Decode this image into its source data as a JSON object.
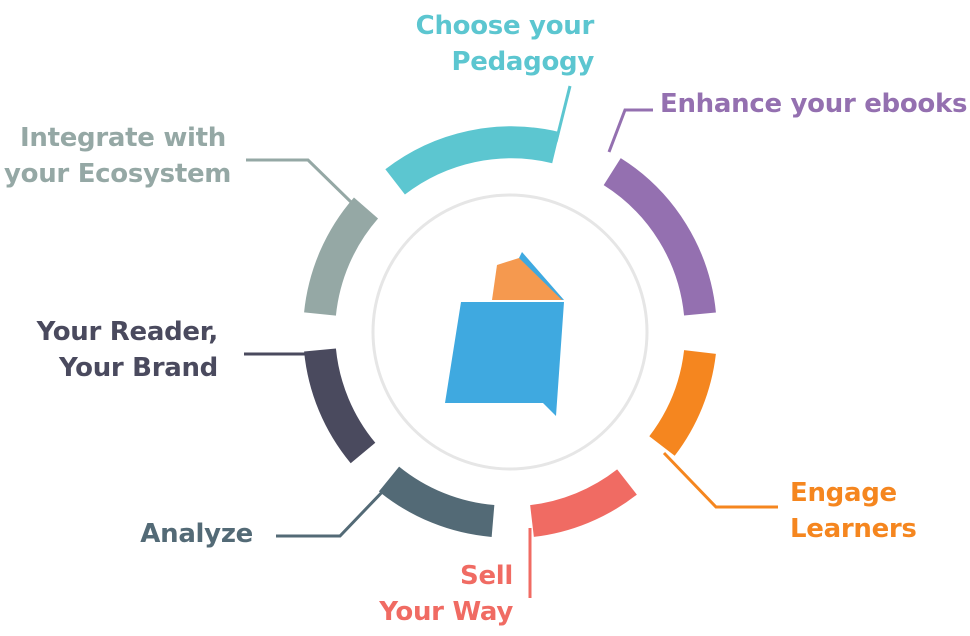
{
  "colors": {
    "pedagogy": "#5cc6d0",
    "enhance": "#9470b0",
    "engage": "#f5861f",
    "sell": "#f06b63",
    "analyze": "#536a76",
    "brand": "#4a4a5e",
    "integrate": "#95a8a5",
    "book_blue": "#3fa9e0",
    "book_orange": "#f5994f",
    "inner_ring": "#e6e6e6"
  },
  "segments": [
    {
      "id": "pedagogy",
      "label_lines": [
        "Choose your",
        "Pedagogy"
      ]
    },
    {
      "id": "enhance",
      "label_lines": [
        "Enhance your ebooks"
      ]
    },
    {
      "id": "engage",
      "label_lines": [
        "Engage",
        "Learners"
      ]
    },
    {
      "id": "sell",
      "label_lines": [
        "Sell",
        "Your Way"
      ]
    },
    {
      "id": "analyze",
      "label_lines": [
        "Analyze"
      ]
    },
    {
      "id": "brand",
      "label_lines": [
        "Your Reader,",
        "Your Brand"
      ]
    },
    {
      "id": "integrate",
      "label_lines": [
        "Integrate with",
        "your Ecosystem"
      ]
    }
  ]
}
